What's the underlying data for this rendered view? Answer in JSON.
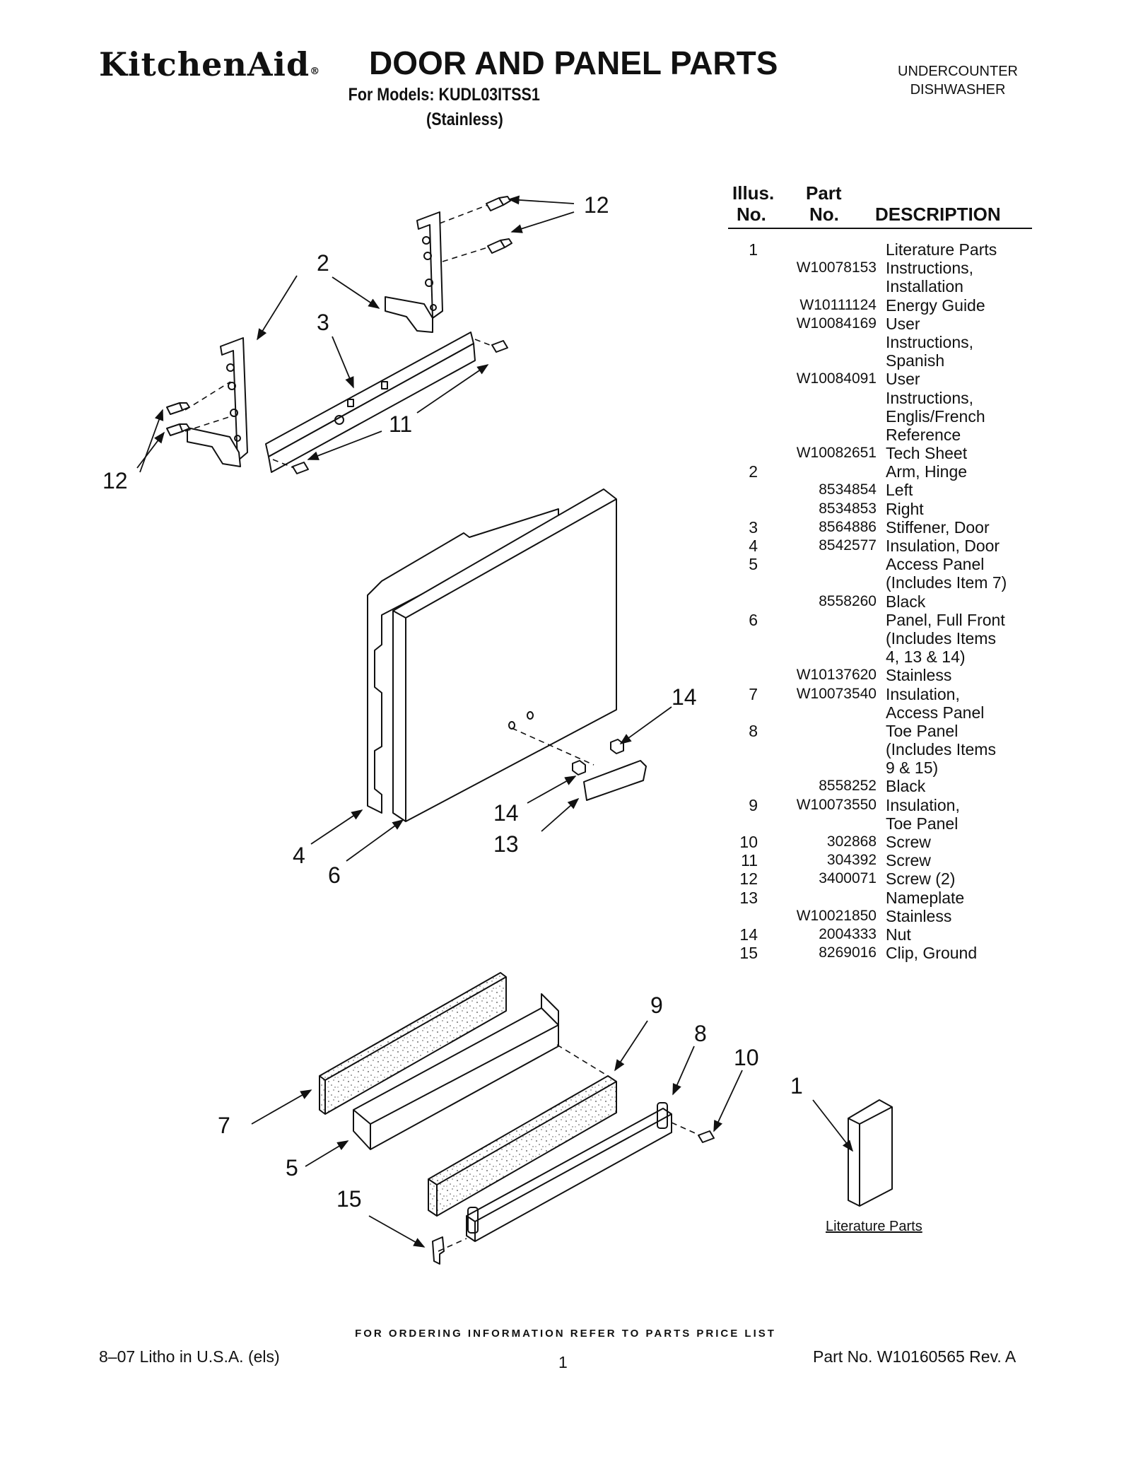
{
  "header": {
    "brand": "KitchenAid",
    "brand_reg": "®",
    "title": "DOOR AND PANEL PARTS",
    "models_line": "For Models: KUDL03ITSS1",
    "finish_line": "(Stainless)",
    "product_type_line1": "UNDERCOUNTER",
    "product_type_line2": "DISHWASHER"
  },
  "table": {
    "col_illus_1": "Illus.",
    "col_illus_2": "No.",
    "col_part_1": "Part",
    "col_part_2": "No.",
    "col_desc": "DESCRIPTION",
    "rows": [
      {
        "no": "1",
        "part": "",
        "desc": "Literature Parts"
      },
      {
        "no": "",
        "part": "W10078153",
        "desc": "Instructions,"
      },
      {
        "no": "",
        "part": "",
        "desc": "Installation"
      },
      {
        "no": "",
        "part": "W10111124",
        "desc": "Energy Guide"
      },
      {
        "no": "",
        "part": "W10084169",
        "desc": "User"
      },
      {
        "no": "",
        "part": "",
        "desc": "Instructions,"
      },
      {
        "no": "",
        "part": "",
        "desc": "Spanish"
      },
      {
        "no": "",
        "part": "W10084091",
        "desc": "User"
      },
      {
        "no": "",
        "part": "",
        "desc": "Instructions,"
      },
      {
        "no": "",
        "part": "",
        "desc": "Englis/French"
      },
      {
        "no": "",
        "part": "",
        "desc": "Reference"
      },
      {
        "no": "",
        "part": "W10082651",
        "desc": "Tech Sheet"
      },
      {
        "no": "2",
        "part": "",
        "desc": "Arm, Hinge"
      },
      {
        "no": "",
        "part": "8534854",
        "desc": "Left"
      },
      {
        "no": "",
        "part": "8534853",
        "desc": "Right"
      },
      {
        "no": "3",
        "part": "8564886",
        "desc": "Stiffener, Door"
      },
      {
        "no": "4",
        "part": "8542577",
        "desc": "Insulation, Door"
      },
      {
        "no": "5",
        "part": "",
        "desc": "Access Panel"
      },
      {
        "no": "",
        "part": "",
        "desc": "(Includes Item 7)"
      },
      {
        "no": "",
        "part": "8558260",
        "desc": "Black"
      },
      {
        "no": "6",
        "part": "",
        "desc": "Panel, Full Front"
      },
      {
        "no": "",
        "part": "",
        "desc": "(Includes Items"
      },
      {
        "no": "",
        "part": "",
        "desc": "4, 13 & 14)"
      },
      {
        "no": "",
        "part": "W10137620",
        "desc": "Stainless"
      },
      {
        "no": "7",
        "part": "W10073540",
        "desc": "Insulation,"
      },
      {
        "no": "",
        "part": "",
        "desc": "Access Panel"
      },
      {
        "no": "8",
        "part": "",
        "desc": "Toe Panel"
      },
      {
        "no": "",
        "part": "",
        "desc": "(Includes Items"
      },
      {
        "no": "",
        "part": "",
        "desc": "9 & 15)"
      },
      {
        "no": "",
        "part": "8558252",
        "desc": "Black"
      },
      {
        "no": "9",
        "part": "W10073550",
        "desc": "Insulation,"
      },
      {
        "no": "",
        "part": "",
        "desc": "Toe Panel"
      },
      {
        "no": "10",
        "part": "302868",
        "desc": "Screw"
      },
      {
        "no": "11",
        "part": "304392",
        "desc": "Screw"
      },
      {
        "no": "12",
        "part": "3400071",
        "desc": "Screw (2)"
      },
      {
        "no": "13",
        "part": "",
        "desc": "Nameplate"
      },
      {
        "no": "",
        "part": "W10021850",
        "desc": "Stainless"
      },
      {
        "no": "14",
        "part": "2004333",
        "desc": "Nut"
      },
      {
        "no": "15",
        "part": "8269016",
        "desc": "Clip, Ground"
      }
    ]
  },
  "callouts": {
    "c12a": "12",
    "c2": "2",
    "c3": "3",
    "c11": "11",
    "c12b": "12",
    "c14a": "14",
    "c14b": "14",
    "c13": "13",
    "c4": "4",
    "c6": "6",
    "c9": "9",
    "c8": "8",
    "c10": "10",
    "c1": "1",
    "c7": "7",
    "c5": "5",
    "c15": "15"
  },
  "literature_label": "Literature Parts",
  "footer": {
    "order_note": "FOR ORDERING INFORMATION REFER TO PARTS PRICE LIST",
    "litho": "8–07 Litho in U.S.A. (els)",
    "page_number": "1",
    "doc_part": "Part No. W10160565 Rev. A"
  }
}
